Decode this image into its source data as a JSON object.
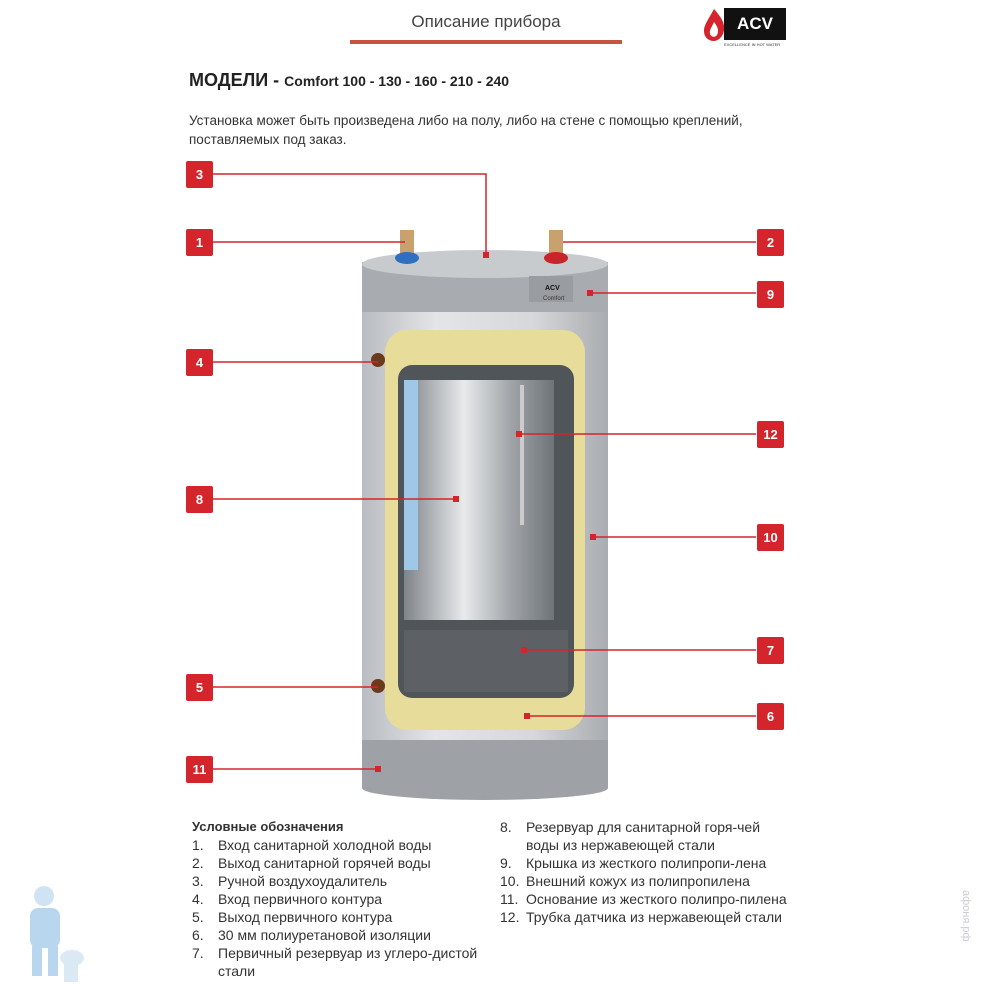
{
  "header": {
    "title": "Описание прибора"
  },
  "logo": {
    "text": "ACV",
    "tagline": "EXCELLENCE IN HOT WATER",
    "badge_text": "ACV",
    "badge_sub": "Comfort"
  },
  "models": {
    "label": "МОДЕЛИ -",
    "values": "Comfort 100 -  130 - 160 - 210 - 240"
  },
  "intro": "Установка может быть произведена либо на полу, либо на стене с помощью креплений, поставляемых под заказ.",
  "callouts": [
    "1",
    "2",
    "3",
    "4",
    "5",
    "6",
    "7",
    "8",
    "9",
    "10",
    "11",
    "12"
  ],
  "legend": {
    "title": "Условные обозначения",
    "items": [
      {
        "n": "1.",
        "t": "Вход санитарной холодной воды"
      },
      {
        "n": "2.",
        "t": "Выход санитарной горячей воды"
      },
      {
        "n": "3.",
        "t": "Ручной воздухоудалитель"
      },
      {
        "n": "4.",
        "t": "Вход первичного контура"
      },
      {
        "n": "5.",
        "t": "Выход первичного контура"
      },
      {
        "n": "6.",
        "t": "30 мм полиуретановой изоляции"
      },
      {
        "n": "7.",
        "t": "Первичный резервуар из углеро-дистой стали"
      },
      {
        "n": "8.",
        "t": "Резервуар для санитарной горя-чей воды из нержавеющей стали"
      },
      {
        "n": "9.",
        "t": "Крышка из жесткого полипропи-лена"
      },
      {
        "n": "10.",
        "t": "Внешний кожух из полипропилена"
      },
      {
        "n": "11.",
        "t": "Основание из жесткого полипро-пилена"
      },
      {
        "n": "12.",
        "t": "Трубка датчика из нержавеющей стали"
      }
    ]
  },
  "watermark": "афоня.рф",
  "colors": {
    "accent": "#d3252b",
    "header_line": "#c8533f",
    "insulation": "#e8dc9a"
  }
}
